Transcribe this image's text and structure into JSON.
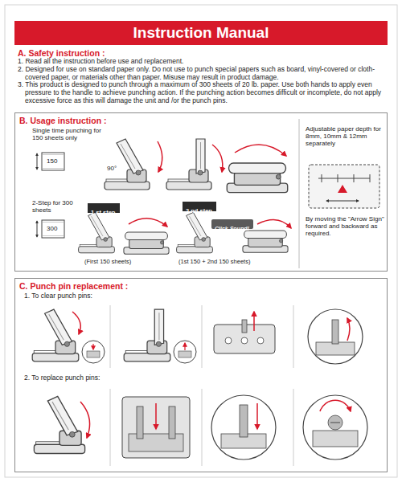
{
  "diagram": {
    "title": "Instruction Manual",
    "nodes": [
      {
        "text": [
          "B. Usage instruction :"
        ]
      },
      {
        "text": [
          "1 st step"
        ],
        "in": 0
      },
      {
        "text": [
          "2 nd step"
        ],
        "in": 0
      },
      {
        "text": [
          "Click Sound!"
        ],
        "in": 0
      },
      {
        "text": [
          "C. Punch pin replacement :"
        ]
      }
    ],
    "labels": [
      "A. Safety instruction :",
      "1. Read all the instruction before use and replacement.",
      "2. Designed for use on standard paper only. Do not use to punch special papers such as board, vinyl-covered or cloth-covered paper, or materials other than paper. Misuse may result in product damage.",
      "3. This product is designed to punch through a maximum of 300 sheets of 20 lb. paper. Use both hands to apply even pressure to the handle to achieve punching action. If the punching action becomes difficult or incomplete, do not apply excessive force as this will damage the unit and /or the punch pins.",
      "Single time punching for 150 sheets only",
      "90°",
      "150",
      "2-Step for 300 sheets",
      "300",
      "(First 150 sheets)",
      "(1st 150 + 2nd 150 sheets)",
      "Adjustable paper depth for 8mm, 10mm & 12mm separately",
      "By moving the \"Arrow Sign\" forward and backward as required.",
      "1. To clear punch pins:",
      "2. To replace punch pins:"
    ]
  }
}
